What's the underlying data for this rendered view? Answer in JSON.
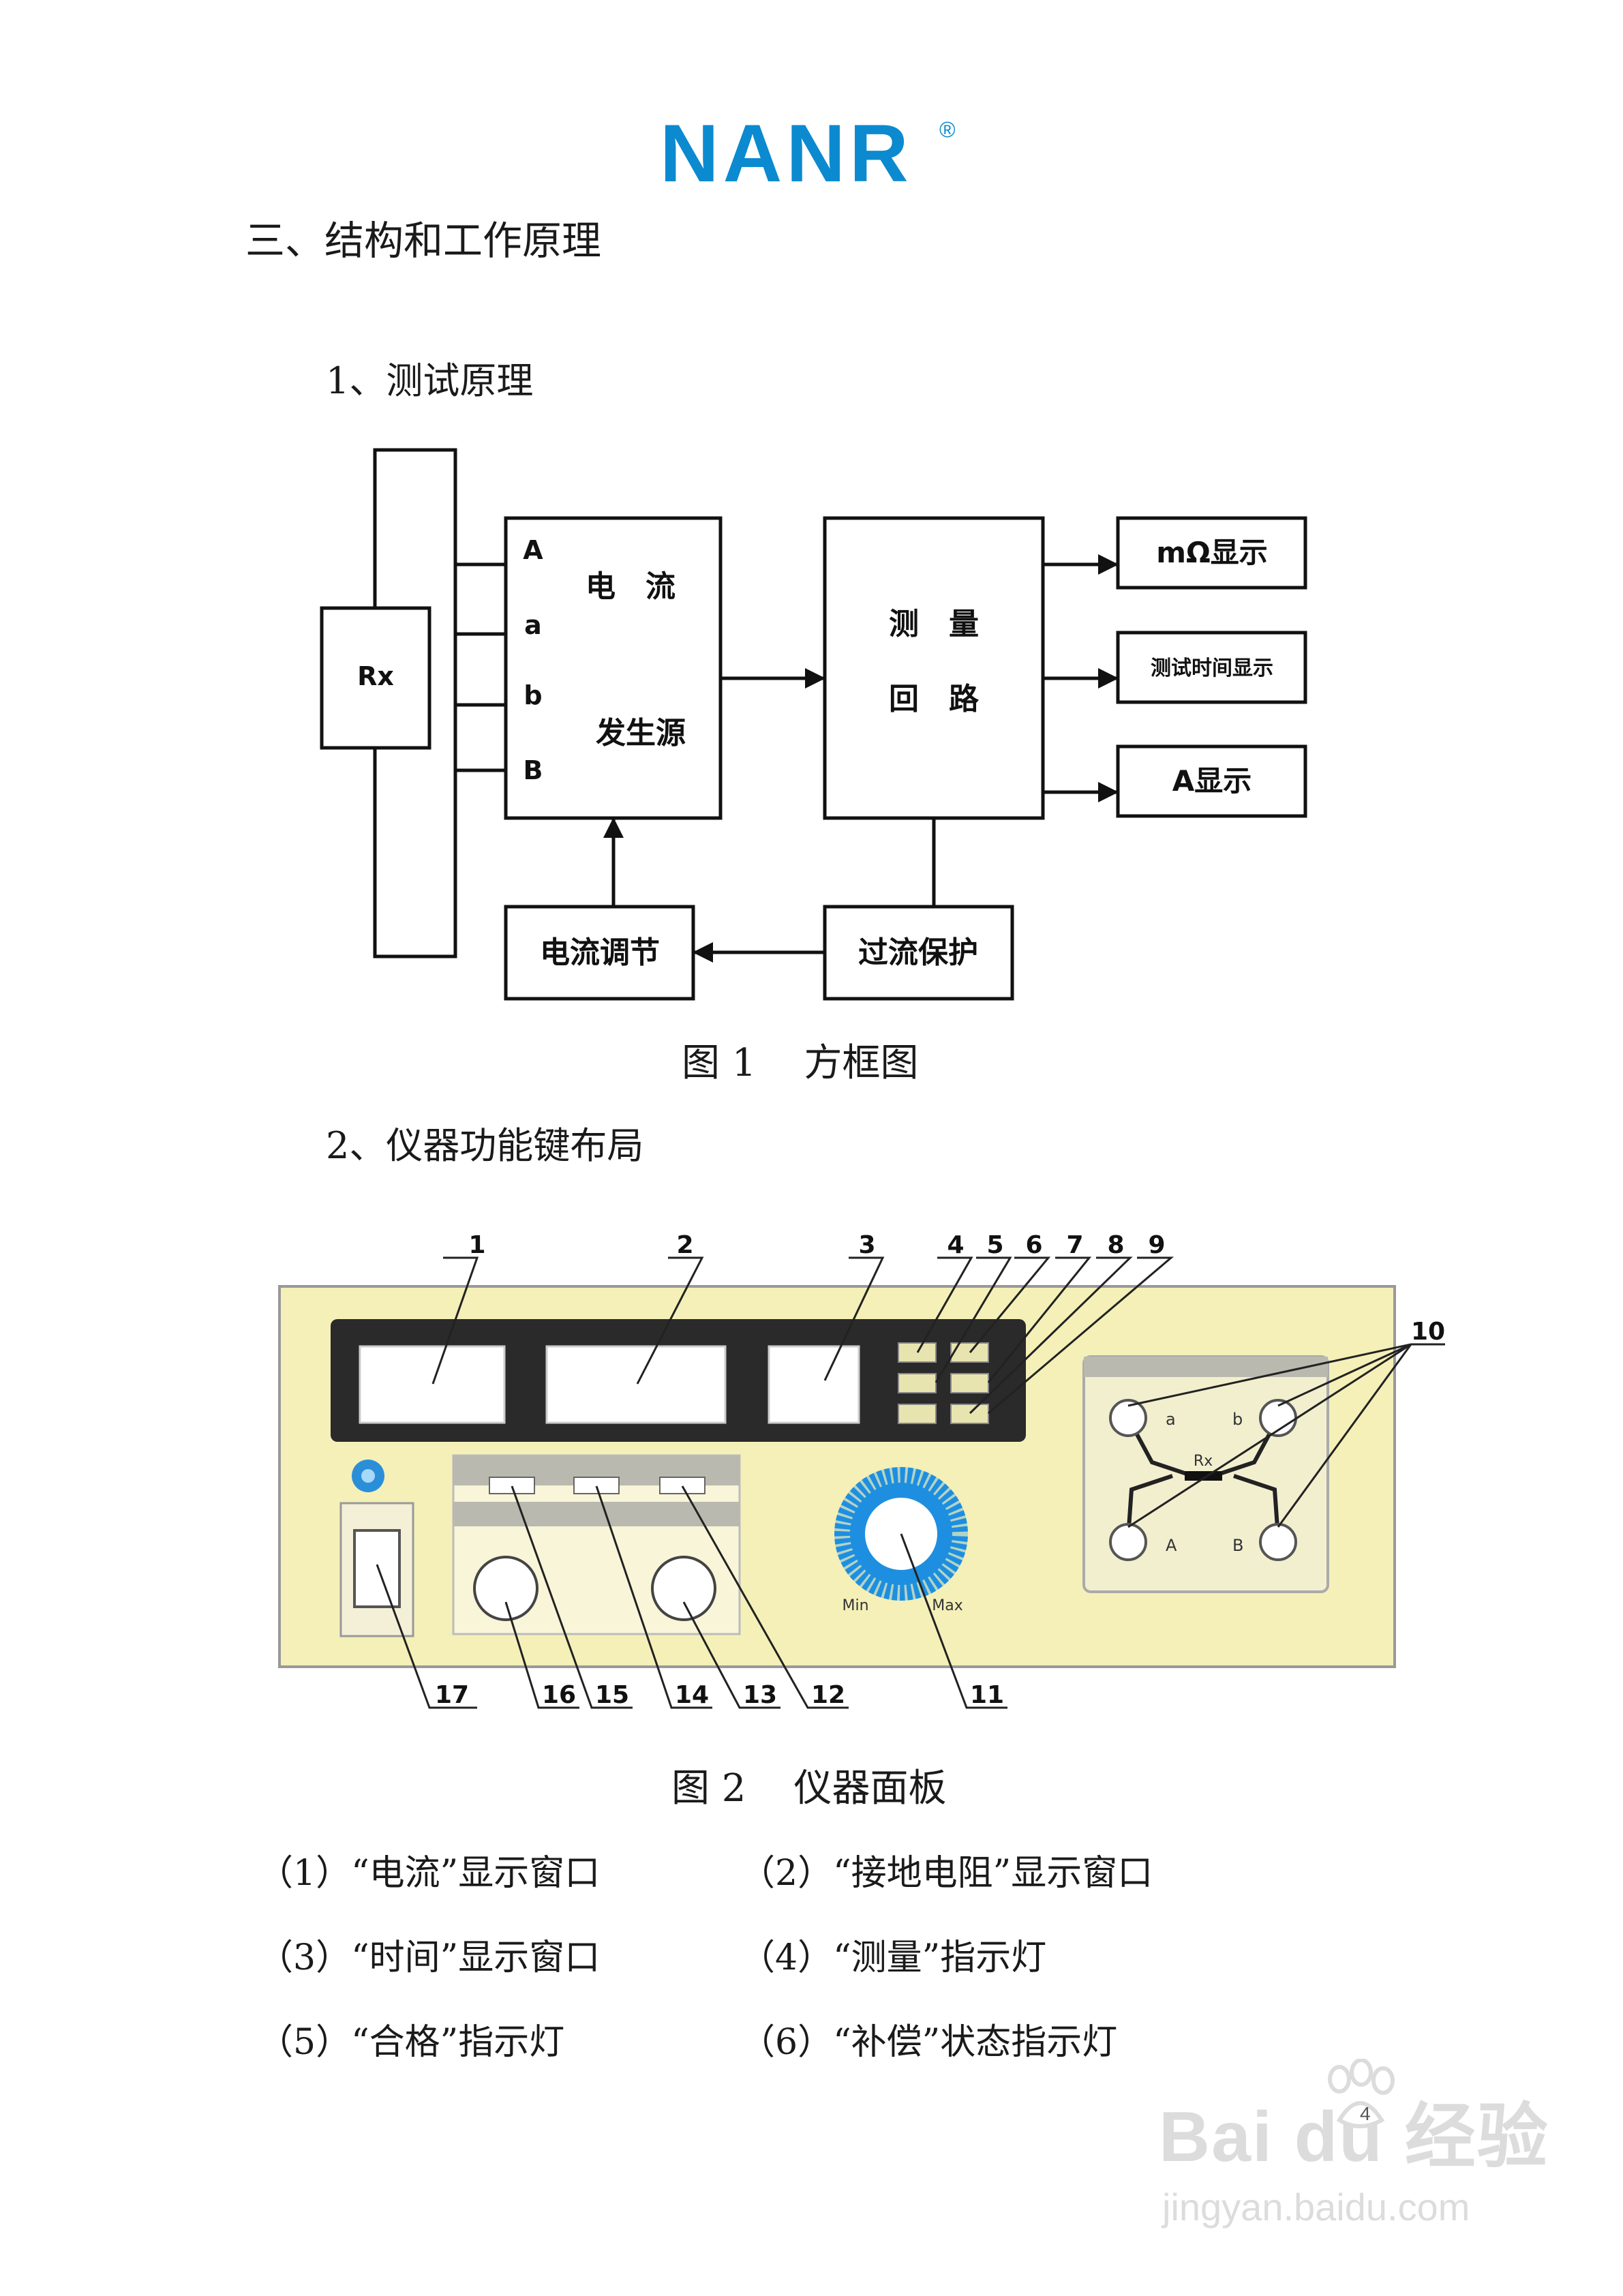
{
  "brand": {
    "name": "NANR",
    "mark": "®"
  },
  "section_title": "三、结构和工作原理",
  "subsection1_title": "1、测试原理",
  "block_diagram": {
    "rx": "Rx",
    "source_terminals": [
      "A",
      "a",
      "b",
      "B"
    ],
    "source_label_line1": "电　流",
    "source_label_line2": "发生源",
    "measure_label_line1": "测　量",
    "measure_label_line2": "回　路",
    "out_mohm": "mΩ显示",
    "out_time": "测试时间显示",
    "out_amp": "A显示",
    "current_adjust": "电流调节",
    "overcurrent": "过流保护"
  },
  "figure1_caption": {
    "num": "图 1",
    "text": "方框图"
  },
  "subsection2_title": "2、仪器功能键布局",
  "panel": {
    "callouts_top": [
      "1",
      "2",
      "3",
      "4",
      "5",
      "6",
      "7",
      "8",
      "9"
    ],
    "callout_right": "10",
    "callouts_bottom": [
      "17",
      "16",
      "15",
      "14",
      "13",
      "12",
      "11"
    ],
    "knob_min": "Min",
    "knob_max": "Max",
    "rx": "Rx",
    "terminals": [
      "a",
      "b",
      "A",
      "B"
    ]
  },
  "figure2_caption": {
    "num": "图 2",
    "text": "仪器面板"
  },
  "legend": [
    "（1）“电流”显示窗口",
    "（2）“接地电阻”显示窗口",
    "（3）“时间”显示窗口",
    "（4）“测量”指示灯",
    "（5）“合格”指示灯",
    "（6）“补偿”状态指示灯"
  ],
  "page_number": "4",
  "watermark": {
    "logo": "Bai du 经验",
    "url": "jingyan.baidu.com"
  },
  "colors": {
    "brand": "#0b8ad0",
    "panel_bg": "#f4f0b8",
    "display_bg": "#2a2a2a",
    "knob_blue": "#1e8fe0"
  }
}
